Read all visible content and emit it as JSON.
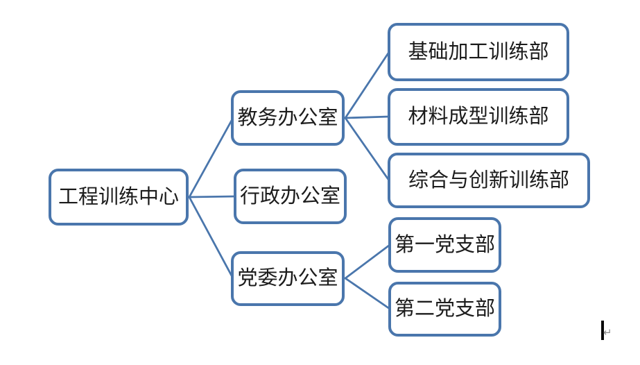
{
  "document": {
    "background": "#FFFFFF",
    "cursor": {
      "return_mark": "↵"
    }
  },
  "org_tree": {
    "type": "organization-chart",
    "root": {
      "label": "工程训练中心",
      "children": [
        {
          "label": "教务办公室",
          "children": [
            {
              "label": "基础加工训练部"
            },
            {
              "label": "材料成型训练部"
            },
            {
              "label": "综合与创新训练部"
            }
          ]
        },
        {
          "label": "行政办公室",
          "children": []
        },
        {
          "label": "党委办公室",
          "children": [
            {
              "label": "第一党支部"
            },
            {
              "label": "第二党支部"
            }
          ]
        }
      ]
    },
    "colors": {
      "box_border": "#4A76AC",
      "connector": "#4A76AC",
      "box_fill": "#FFFFFF",
      "text": "#1C1C1C"
    }
  }
}
